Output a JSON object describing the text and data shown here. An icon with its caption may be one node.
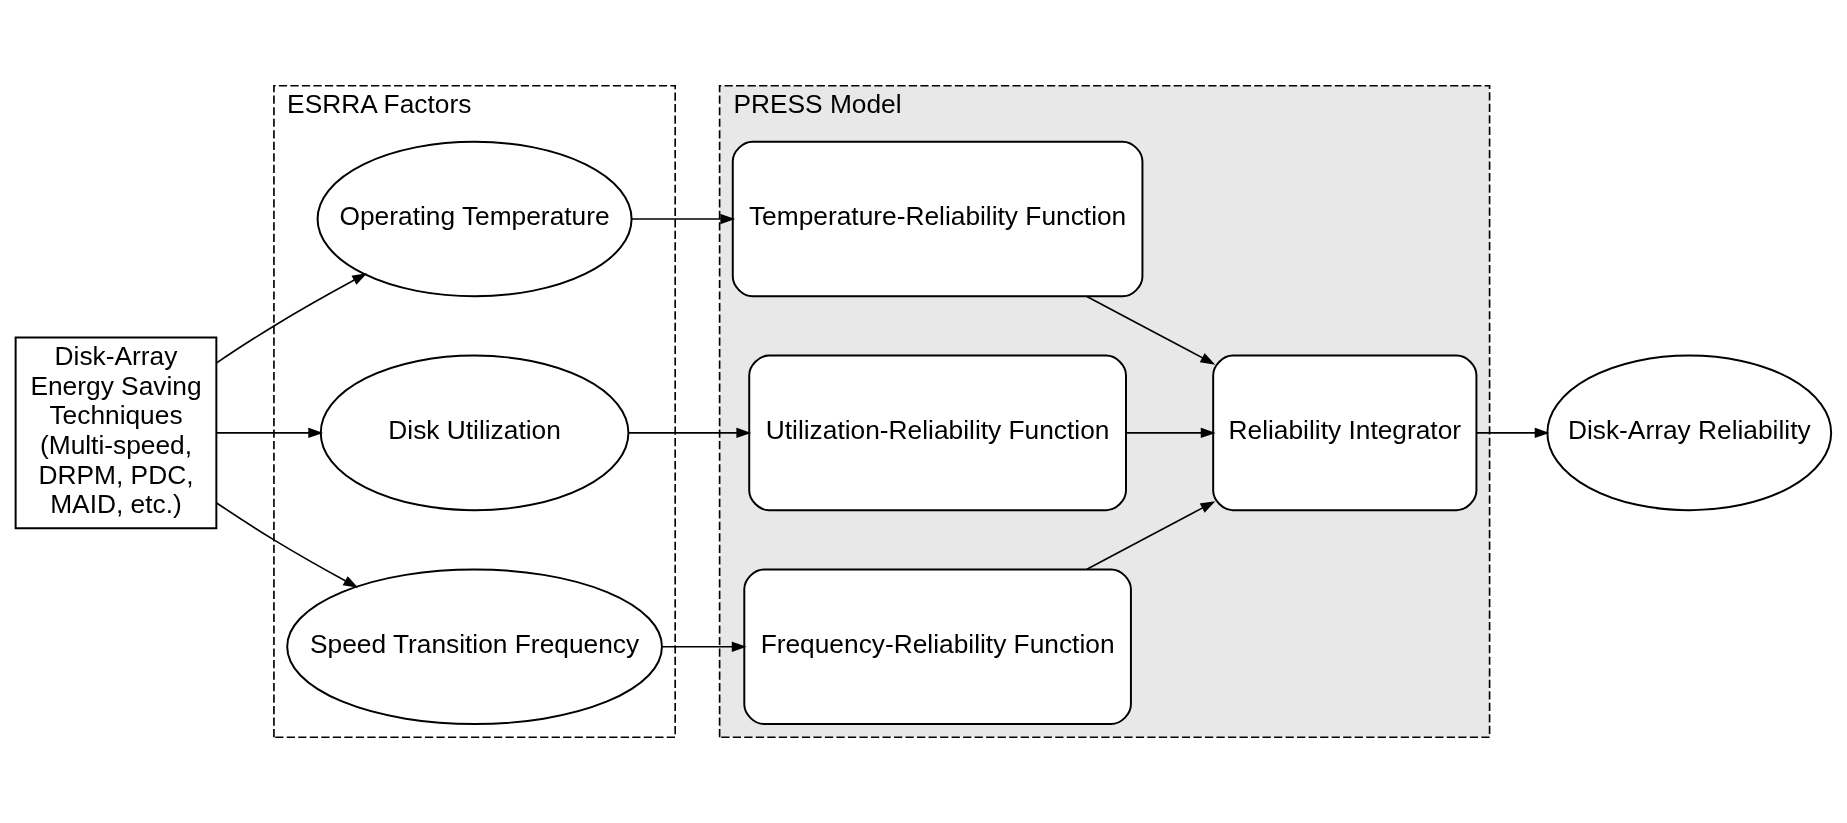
{
  "diagram": {
    "nodes": [
      {
        "text": [
          "Disk-Array Energy Saving Techniques (Multi-speed, DRPM, PDC, MAID, etc.)"
        ]
      },
      {
        "text": [
          "ESRRA Factors"
        ]
      },
      {
        "text": [
          "Operating Temperature"
        ],
        "in": 1
      },
      {
        "text": [
          "Disk Utilization"
        ],
        "in": 1
      },
      {
        "text": [
          "Speed Transition Frequency"
        ],
        "in": 1
      },
      {
        "text": [
          "PRESS Model"
        ]
      },
      {
        "text": [
          "Temperature-Reliability Function"
        ],
        "in": 5
      },
      {
        "text": [
          "Utilization-Reliability Function"
        ],
        "in": 5
      },
      {
        "text": [
          "Frequency-Reliability Function"
        ],
        "in": 5
      },
      {
        "text": [
          "Reliability Integrator"
        ],
        "in": 5
      },
      {
        "text": [
          "Disk-Array Reliability"
        ]
      }
    ],
    "edges": [
      {
        "from": 0,
        "to": 2,
        "arrow": "to"
      },
      {
        "from": 0,
        "to": 3,
        "arrow": "to"
      },
      {
        "from": 0,
        "to": 4,
        "arrow": "to"
      },
      {
        "from": 2,
        "to": 6,
        "arrow": "to"
      },
      {
        "from": 3,
        "to": 7,
        "arrow": "to"
      },
      {
        "from": 4,
        "to": 8,
        "arrow": "to"
      },
      {
        "from": 6,
        "to": 9,
        "arrow": "to"
      },
      {
        "from": 7,
        "to": 9,
        "arrow": "to"
      },
      {
        "from": 8,
        "to": 9,
        "arrow": "to"
      },
      {
        "from": 9,
        "to": 10,
        "arrow": "to"
      }
    ]
  }
}
